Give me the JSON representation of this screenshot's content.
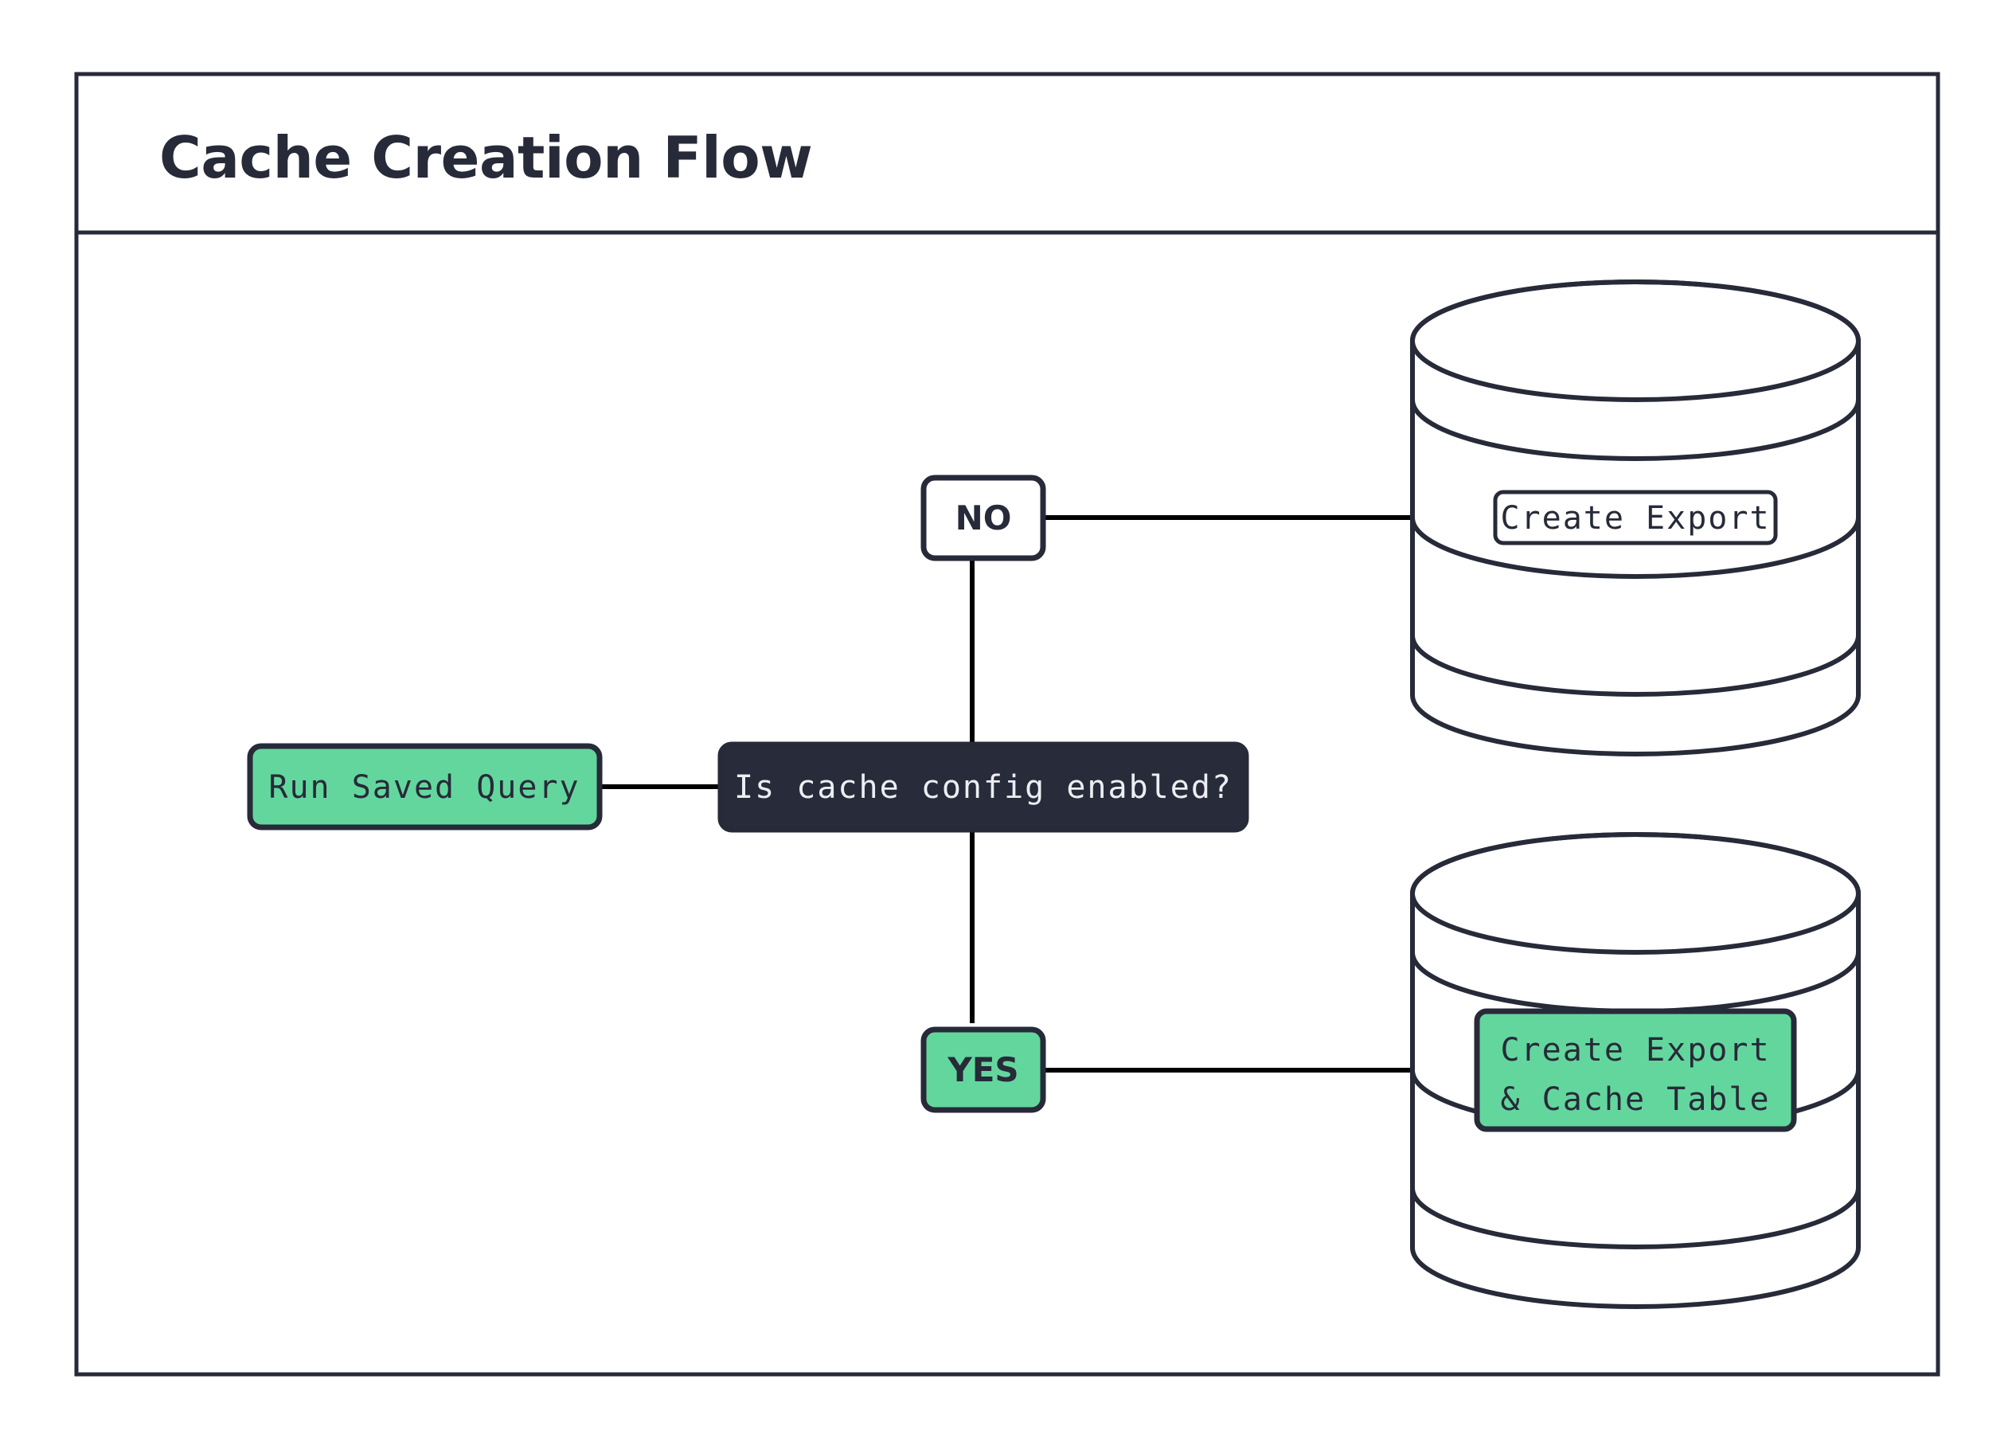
{
  "frame": {
    "title": "Cache Creation Flow"
  },
  "colors": {
    "accent_green": "#63d69e",
    "dark_navy": "#272a38",
    "decision_fill": "#282b3a",
    "white": "#ffffff",
    "edge_stroke": "#000000"
  },
  "nodes": {
    "run_saved_query": {
      "label": "Run Saved Query"
    },
    "decision": {
      "label": "Is cache config enabled?"
    },
    "branch_no": {
      "label": "NO"
    },
    "branch_yes": {
      "label": "YES"
    },
    "export_db": {
      "label": "Create Export"
    },
    "export_cache_db": {
      "label_line1": "Create Export",
      "label_line2": "& Cache Table"
    }
  }
}
